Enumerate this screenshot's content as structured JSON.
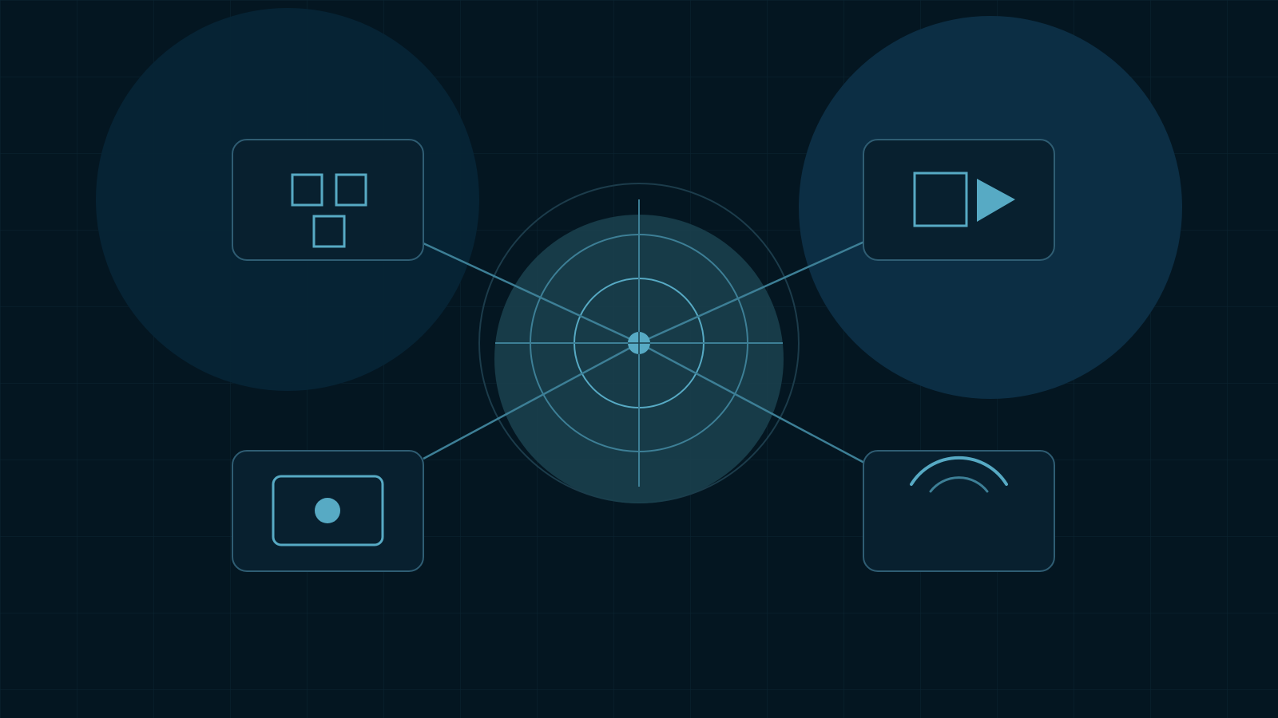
{
  "colors": {
    "background": "#041621",
    "grid": "#0b2533",
    "halo_left": "#062436",
    "halo_right": "#0d2f47",
    "center_fill": "#1a3f4c",
    "ring_outer": "#1c3c4b",
    "stroke": "#3d7f96",
    "accent": "#57aac4",
    "node_fill": "#08202f",
    "node_border": "#2f5d73"
  },
  "diagram": {
    "hub": {
      "icon": "radar-target-icon",
      "rings": 3,
      "crosshair": true
    },
    "nodes": [
      {
        "id": "top-left",
        "icon": "grid-blocks-icon",
        "halo": true,
        "halo_color": "halo_left"
      },
      {
        "id": "top-right",
        "icon": "media-play-icon",
        "halo": true,
        "halo_color": "halo_right"
      },
      {
        "id": "bottom-left",
        "icon": "capture-dot-icon",
        "halo": false
      },
      {
        "id": "bottom-right",
        "icon": "signal-arc-icon",
        "halo": false
      }
    ],
    "connections": [
      [
        "hub",
        "top-left"
      ],
      [
        "hub",
        "top-right"
      ],
      [
        "hub",
        "bottom-left"
      ],
      [
        "hub",
        "bottom-right"
      ]
    ]
  }
}
